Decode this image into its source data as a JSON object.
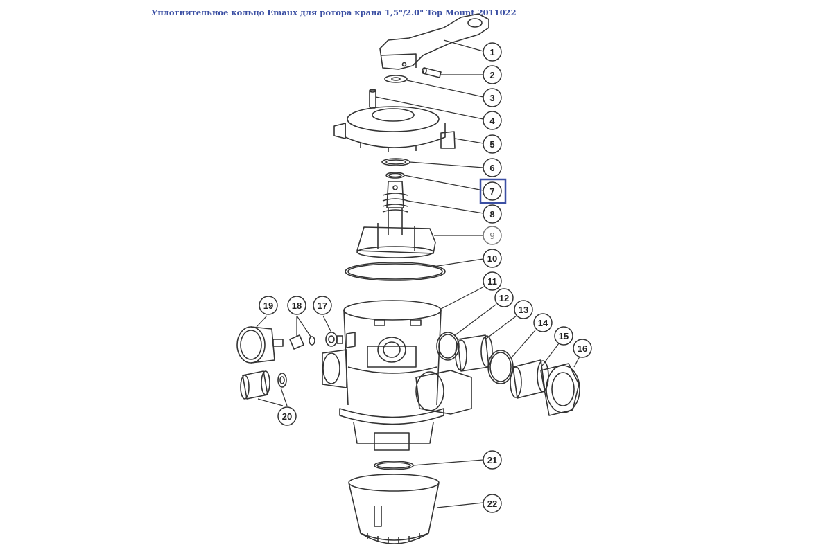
{
  "page": {
    "title": "Уплотнительное кольцо Emaux для ротора крана 1,5\"/2.0\" Top Mount 2011022"
  },
  "diagram": {
    "highlight_color": "#3b4fa3",
    "highlighted_part": "7",
    "callouts": [
      {
        "id": "1",
        "label": "1"
      },
      {
        "id": "2",
        "label": "2"
      },
      {
        "id": "3",
        "label": "3"
      },
      {
        "id": "4",
        "label": "4"
      },
      {
        "id": "5",
        "label": "5"
      },
      {
        "id": "6",
        "label": "6"
      },
      {
        "id": "7",
        "label": "7"
      },
      {
        "id": "8",
        "label": "8"
      },
      {
        "id": "9",
        "label": "9"
      },
      {
        "id": "10",
        "label": "10"
      },
      {
        "id": "11",
        "label": "11"
      },
      {
        "id": "12",
        "label": "12"
      },
      {
        "id": "13",
        "label": "13"
      },
      {
        "id": "14",
        "label": "14"
      },
      {
        "id": "15",
        "label": "15"
      },
      {
        "id": "16",
        "label": "16"
      },
      {
        "id": "17",
        "label": "17"
      },
      {
        "id": "18",
        "label": "18"
      },
      {
        "id": "19",
        "label": "19"
      },
      {
        "id": "20",
        "label": "20"
      },
      {
        "id": "21",
        "label": "21"
      },
      {
        "id": "22",
        "label": "22"
      }
    ]
  }
}
